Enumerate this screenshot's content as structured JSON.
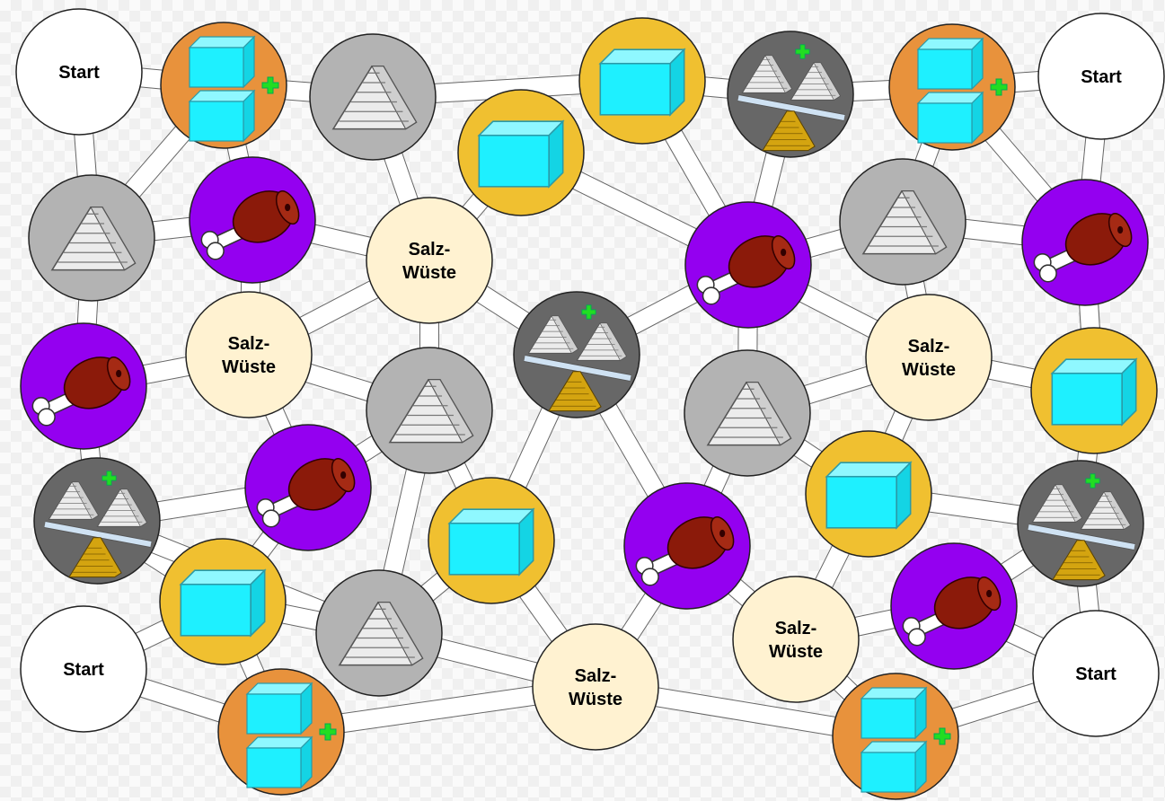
{
  "labels": {
    "start": "Start",
    "desert_line1": "Salz-",
    "desert_line2": "Wüste"
  },
  "colors": {
    "start": "#ffffff",
    "desert": "#fff2d1",
    "stone": "#b3b3b3",
    "meat": "#9400f0",
    "box": "#f0c030",
    "double_box": "#e8923c",
    "exchange": "#676767",
    "cyan": "#1ef0ff",
    "plus": "#22dd22",
    "meat_brown": "#8b1a0a",
    "gold": "#c89a10"
  },
  "fields": [
    {
      "type": "start"
    },
    {
      "type": "double_box"
    },
    {
      "type": "stone"
    },
    {
      "type": "box"
    },
    {
      "type": "box"
    },
    {
      "type": "exchange"
    },
    {
      "type": "double_box"
    },
    {
      "type": "start"
    },
    {
      "type": "stone"
    },
    {
      "type": "meat"
    },
    {
      "type": "desert"
    },
    {
      "type": "meat"
    },
    {
      "type": "stone"
    },
    {
      "type": "meat"
    },
    {
      "type": "meat"
    },
    {
      "type": "desert"
    },
    {
      "type": "exchange"
    },
    {
      "type": "desert"
    },
    {
      "type": "box"
    },
    {
      "type": "stone"
    },
    {
      "type": "stone"
    },
    {
      "type": "exchange"
    },
    {
      "type": "meat"
    },
    {
      "type": "box"
    },
    {
      "type": "meat"
    },
    {
      "type": "box"
    },
    {
      "type": "exchange"
    },
    {
      "type": "box"
    },
    {
      "type": "stone"
    },
    {
      "type": "meat"
    },
    {
      "type": "start"
    },
    {
      "type": "double_box"
    },
    {
      "type": "desert"
    },
    {
      "type": "desert"
    },
    {
      "type": "double_box"
    },
    {
      "type": "start"
    }
  ]
}
